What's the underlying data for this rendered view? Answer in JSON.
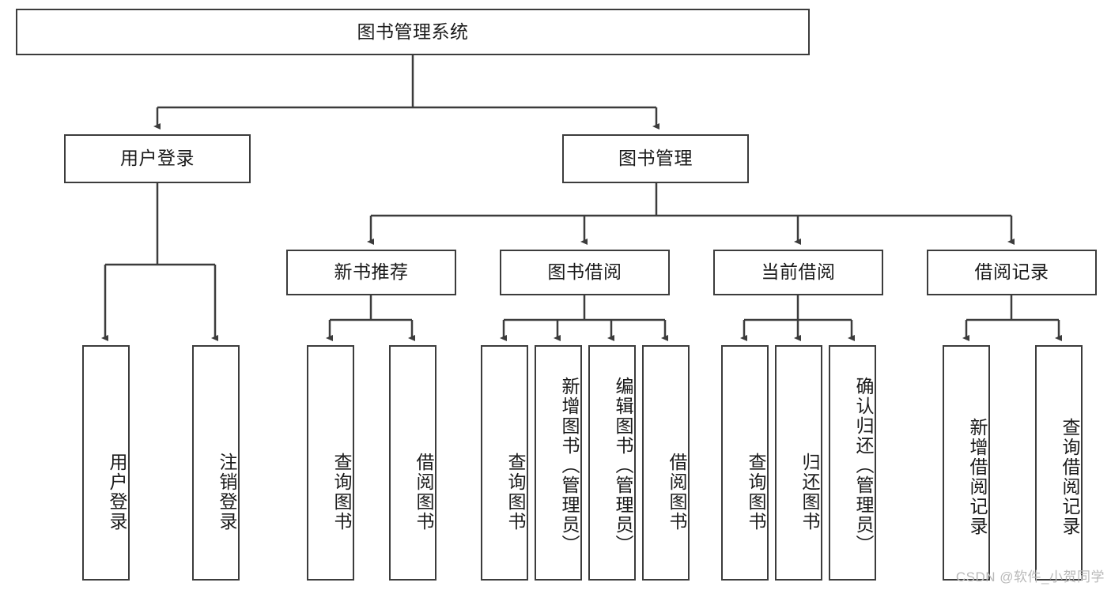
{
  "diagram": {
    "type": "tree-hierarchy",
    "title": "图书管理系统",
    "watermark": "CSDN @软件_小贺同学",
    "colors": {
      "box_border": "#3c3c3c",
      "box_fill": "#ffffff",
      "edge": "#3c3c3c",
      "text": "#1a1a1a",
      "watermark": "#b9b9b9"
    },
    "root": {
      "label": "图书管理系统",
      "orientation": "horizontal"
    },
    "level2": [
      {
        "label": "用户登录",
        "orientation": "horizontal"
      },
      {
        "label": "图书管理",
        "orientation": "horizontal"
      }
    ],
    "level3": [
      {
        "label": "新书推荐",
        "orientation": "horizontal",
        "parent": "图书管理"
      },
      {
        "label": "图书借阅",
        "orientation": "horizontal",
        "parent": "图书管理"
      },
      {
        "label": "当前借阅",
        "orientation": "horizontal",
        "parent": "图书管理"
      },
      {
        "label": "借阅记录",
        "orientation": "horizontal",
        "parent": "图书管理"
      }
    ],
    "leaves": {
      "user_login": [
        {
          "label": "用户登录",
          "orientation": "vertical"
        },
        {
          "label": "注销登录",
          "orientation": "vertical"
        }
      ],
      "new_book_rec": [
        {
          "label": "查询图书",
          "orientation": "vertical"
        },
        {
          "label": "借阅图书",
          "orientation": "vertical"
        }
      ],
      "book_borrow": [
        {
          "label": "查询图书",
          "orientation": "vertical"
        },
        {
          "label": "新增图书（管理员）",
          "orientation": "vertical"
        },
        {
          "label": "编辑图书（管理员）",
          "orientation": "vertical"
        },
        {
          "label": "借阅图书",
          "orientation": "vertical"
        }
      ],
      "current_borrow": [
        {
          "label": "查询图书",
          "orientation": "vertical"
        },
        {
          "label": "归还图书",
          "orientation": "vertical"
        },
        {
          "label": "确认归还（管理员）",
          "orientation": "vertical"
        }
      ],
      "borrow_record": [
        {
          "label": "新增借阅记录",
          "orientation": "vertical"
        },
        {
          "label": "查询借阅记录",
          "orientation": "vertical"
        }
      ]
    }
  }
}
